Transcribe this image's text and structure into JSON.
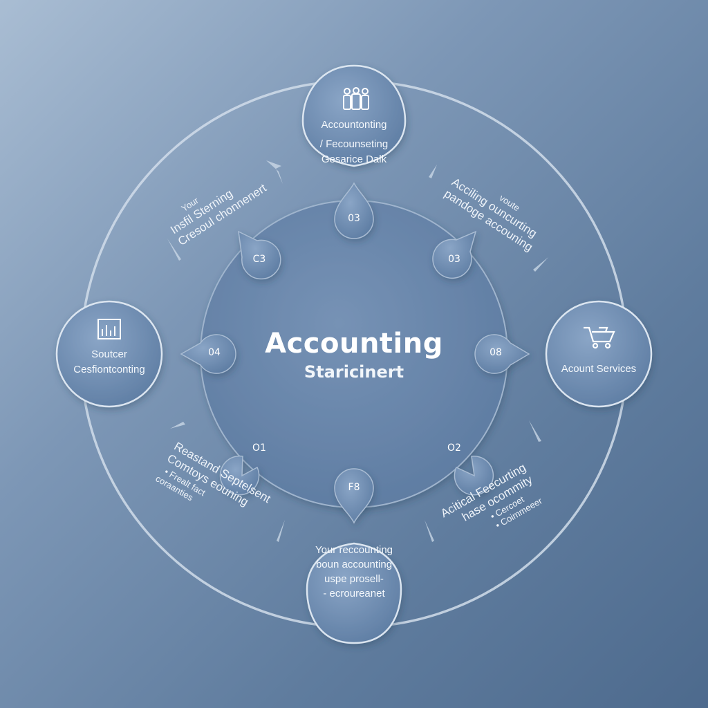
{
  "center": {
    "title": "Accounting",
    "subtitle": "Staricinert"
  },
  "top_node": {
    "line1": "Accountonting",
    "line2": "/ Fecounseting",
    "line3": "Gesarice Dalk",
    "icon": "people-icon"
  },
  "left_node": {
    "line1": "Soutcer",
    "line2": "Cesfiontconting",
    "icon": "bar-chart-icon"
  },
  "right_node": {
    "line1": "Acount Services",
    "icon": "shopping-cart-icon"
  },
  "bottom_node": {
    "line1": "Your reccounting",
    "line2": "boun accounting",
    "line3": "uspe prosell-",
    "line4": "- ecroureanet"
  },
  "markers": [
    "03",
    "C3",
    "03",
    "04",
    "08",
    "O1",
    "O2",
    "F8"
  ],
  "side_labels": {
    "top_left": {
      "line1": "Your",
      "line2": "Insfil Sterning",
      "line3": "Cresoul chonnenert"
    },
    "top_right": {
      "line1": "voute",
      "line2": "Acciling ouncurting",
      "line3": "pandoge accouning"
    },
    "bottom_left": {
      "line1": "Reastand Septelsent",
      "line2": "Comtoys eouning",
      "line3": "• Frealt fact",
      "line4": "coraanties"
    },
    "bottom_right": {
      "line1": "Acitical Feecurting",
      "line2": "hase ocommity",
      "line3": "• Cercoet",
      "line4": "• Coimmeeer"
    }
  },
  "colors": {
    "bubble_fill": "#6d8bb0",
    "ring": "#c6d5e6",
    "inner_disc": "#6886ab",
    "text": "#ffffff"
  }
}
